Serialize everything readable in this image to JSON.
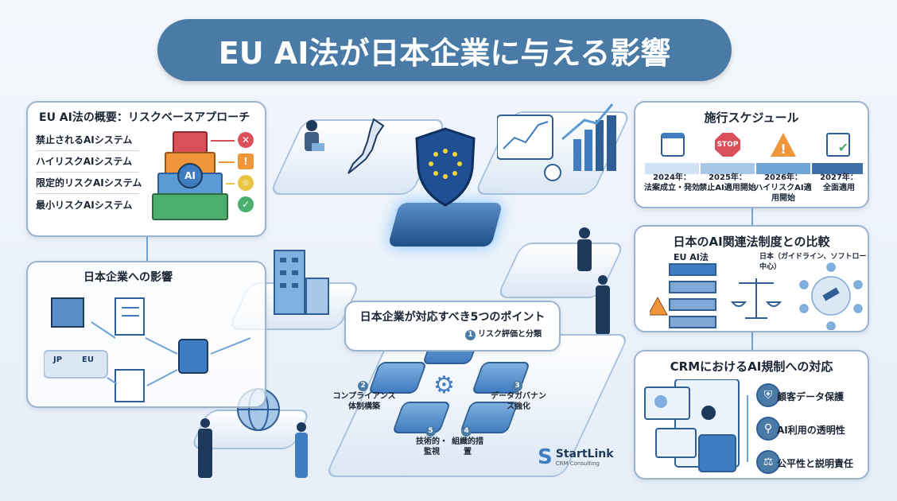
{
  "title": "EU AI法が日本企業に与える影響",
  "overview": {
    "heading": "EU AI法の概要：リスクベースアプローチ",
    "tiers": [
      {
        "label": "禁止されるAIシステム",
        "color": "#d9505a",
        "icon": "x-icon"
      },
      {
        "label": "ハイリスクAIシステム",
        "color": "#f0963a",
        "icon": "warning-icon"
      },
      {
        "label": "限定的リスクAIシステム",
        "color": "#5b9bd5",
        "icon": "info-icon"
      },
      {
        "label": "最小リスクAIシステム",
        "color": "#4caf6e",
        "icon": "check-icon"
      }
    ],
    "center_badge": "AI"
  },
  "impact": {
    "heading": "日本企業への影響",
    "box_labels": [
      "JP",
      "EU"
    ]
  },
  "points": {
    "heading": "日本企業が対応すべき5つのポイント",
    "items": [
      {
        "num": "1",
        "label": "リスク評価と分類"
      },
      {
        "num": "2",
        "label": "コンプライアンス体制構築"
      },
      {
        "num": "3",
        "label": "データガバナンス強化"
      },
      {
        "num": "4",
        "label": "組織的措置"
      },
      {
        "num": "5",
        "label": "技術的・監視"
      }
    ]
  },
  "schedule": {
    "heading": "施行スケジュール",
    "milestones": [
      {
        "year": "2024年：",
        "desc": "法案成立・発効",
        "icon": "calendar-icon"
      },
      {
        "year": "2025年：",
        "desc": "禁止AI適用開始",
        "icon": "stop-sign-icon",
        "icon_text": "STOP"
      },
      {
        "year": "2026年：",
        "desc": "ハイリスクAI適用開始",
        "icon": "warning-icon"
      },
      {
        "year": "2027年：",
        "desc": "全面適用",
        "icon": "clipboard-check-icon"
      }
    ]
  },
  "comparison": {
    "heading": "日本のAI関連法制度との比較",
    "left_label": "EU AI法",
    "right_label": "日本（ガイドライン、ソフトロー中心）"
  },
  "crm": {
    "heading": "CRMにおけるAI規制への対応",
    "items": [
      {
        "label": "顧客データ保護",
        "icon": "shield-user-icon"
      },
      {
        "label": "AI利用の透明性",
        "icon": "magnifier-icon"
      },
      {
        "label": "公平性と説明責任",
        "icon": "scales-icon"
      }
    ]
  },
  "logo": {
    "name": "StartLink",
    "sub": "CRM Consulting"
  },
  "colors": {
    "primary": "#4a7ba6",
    "panel_border": "#9bb3cc",
    "background": "#eef4fa"
  }
}
